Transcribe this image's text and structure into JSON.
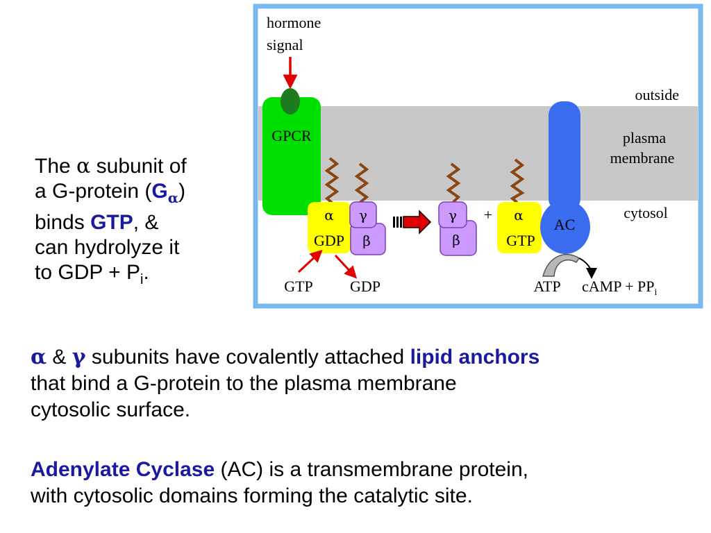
{
  "colors": {
    "frame": "#7ab8f0",
    "membrane": "#c8c8c8",
    "gpcr": "#00e000",
    "hormone": "#1f7a1f",
    "alpha_subunit": "#ffff00",
    "beta_gamma": "#cc99ff",
    "adenylate_cyclase": "#3a6cf0",
    "lipid_anchor": "#8b4513",
    "arrow_red": "#e00000",
    "emphasis_blue": "#1a1aa0"
  },
  "diagram": {
    "hormone_label_line1": "hormone",
    "hormone_label_line2": "signal",
    "outside_label": "outside",
    "membrane_label_line1": "plasma",
    "membrane_label_line2": "membrane",
    "cytosol_label": "cytosol",
    "gpcr_label": "GPCR",
    "alpha": "α",
    "gamma": "γ",
    "beta": "β",
    "gdp": "GDP",
    "gtp": "GTP",
    "plus": "+",
    "ac_label": "AC",
    "gtp_in_label": "GTP",
    "gdp_out_label": "GDP",
    "atp_label": "ATP",
    "camp_label": "cAMP + PP",
    "camp_sub": "i"
  },
  "side_text": {
    "l1_a": "The ",
    "l1_alpha": "α",
    "l1_b": " subunit of",
    "l2_a": "a G-protein (",
    "l2_bold": "G",
    "l2_sub": "α",
    "l2_b": ")",
    "l3_a": "binds ",
    "l3_bold": "GTP",
    "l3_b": ", &",
    "l4": "can hydrolyze it",
    "l5_a": "to GDP + P",
    "l5_sub": "i",
    "l5_b": "."
  },
  "bottom_text": {
    "p1_alpha": "α",
    "p1_amp": " & ",
    "p1_gamma": "γ",
    "p1_a": " subunits have covalently attached ",
    "p1_bold": "lipid anchors",
    "p1_l2": "that bind a G-protein to the plasma membrane",
    "p1_l3": "cytosolic surface.",
    "p2_bold": "Adenylate Cyclase",
    "p2_a": " (AC) is a transmembrane protein,",
    "p2_l2": "with cytosolic domains forming the catalytic site."
  }
}
